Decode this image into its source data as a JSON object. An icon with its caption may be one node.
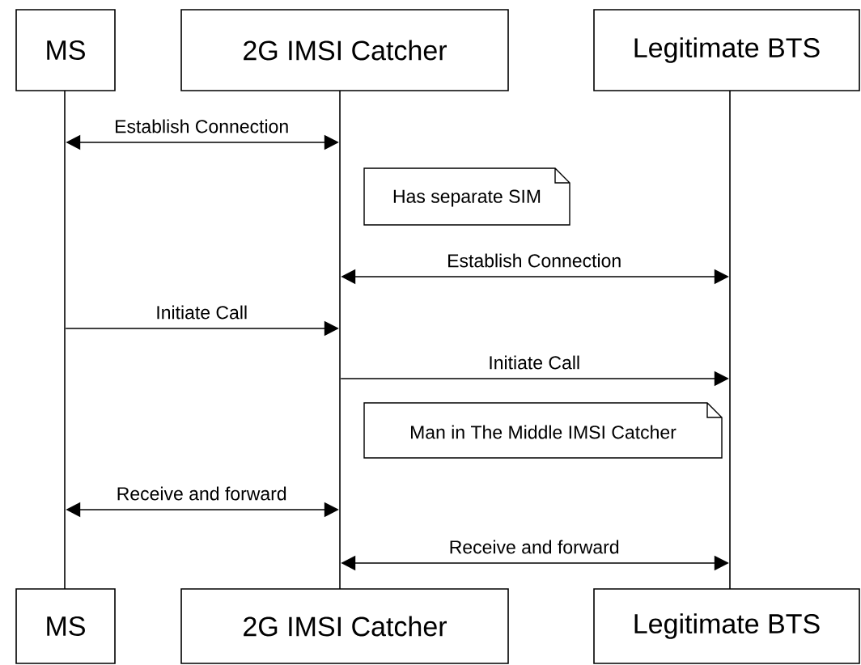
{
  "diagram": {
    "nodes": [
      {
        "text": [
          "MS"
        ]
      },
      {
        "text": [
          "2G IMSI Catcher"
        ]
      },
      {
        "text": [
          "Legitimate BTS"
        ]
      },
      {
        "text": [],
        "shape": "bar"
      },
      {
        "text": [],
        "shape": "bar"
      },
      {
        "text": [],
        "shape": "bar"
      },
      {
        "text": [
          "Has separate SIM"
        ]
      },
      {
        "text": [
          "Man in The Middle IMSI Catcher"
        ]
      },
      {
        "text": [
          "MS"
        ]
      },
      {
        "text": [
          "2G IMSI Catcher"
        ]
      },
      {
        "text": [
          "Legitimate BTS"
        ]
      }
    ],
    "edges": [
      {
        "from": 3,
        "to": 4,
        "arrow": "both",
        "label": "Establish  Connection"
      },
      {
        "from": 4,
        "to": 5,
        "arrow": "both",
        "label": "Establish Connection"
      },
      {
        "from": 3,
        "to": 4,
        "arrow": "to",
        "label": "Initiate Call"
      },
      {
        "from": 4,
        "to": 5,
        "arrow": "to",
        "label": "Initiate Call"
      },
      {
        "from": 3,
        "to": 4,
        "arrow": "both",
        "label": "Receive and forward"
      },
      {
        "from": 4,
        "to": 5,
        "arrow": "both",
        "label": "Receive and forward"
      }
    ]
  }
}
